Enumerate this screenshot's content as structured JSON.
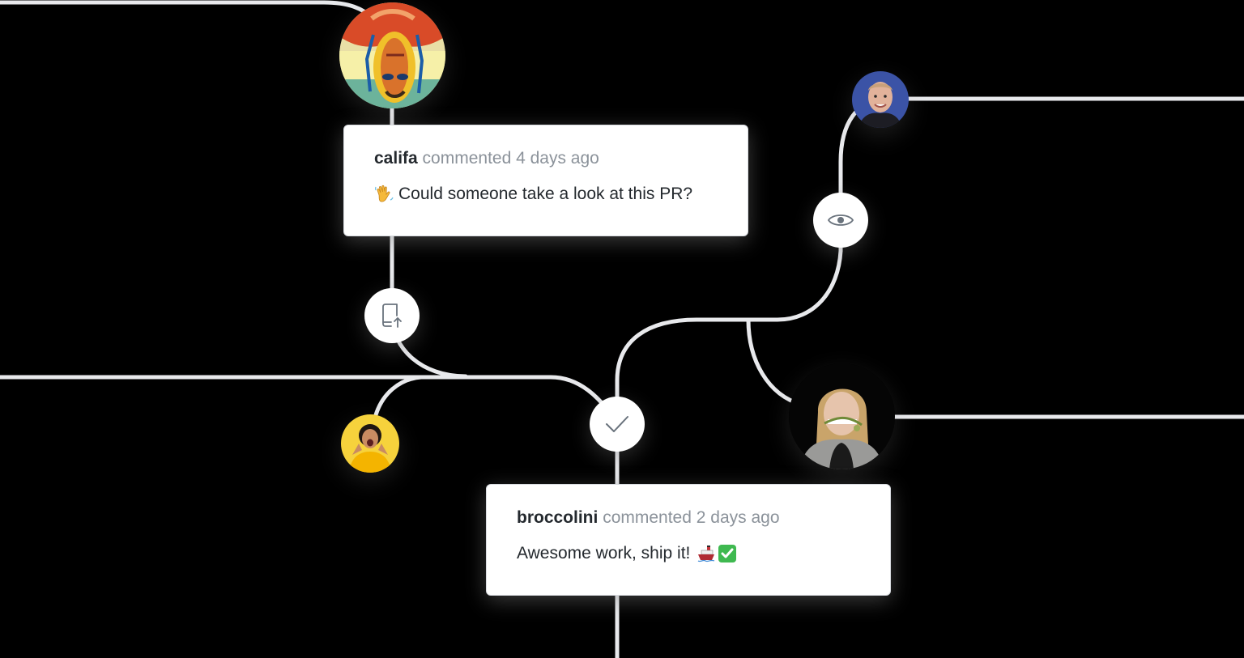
{
  "comments": [
    {
      "author": "califa",
      "action": "commented 4 days ago",
      "emoji_before": "waving-hand",
      "message": "Could someone take a look at this PR?"
    },
    {
      "author": "broccolini",
      "action": "commented 2 days ago",
      "message": "Awesome work, ship it!",
      "emoji_after": [
        "ship",
        "check-mark-box"
      ]
    }
  ],
  "icons": {
    "push": "repo-push-icon",
    "review": "eye-icon",
    "approve": "check-icon"
  },
  "colors": {
    "background": "#000000",
    "line": "#e8e9ec",
    "card_bg": "#ffffff",
    "author_text": "#24292e",
    "muted_text": "#8b929a",
    "icon": "#6a737d"
  }
}
